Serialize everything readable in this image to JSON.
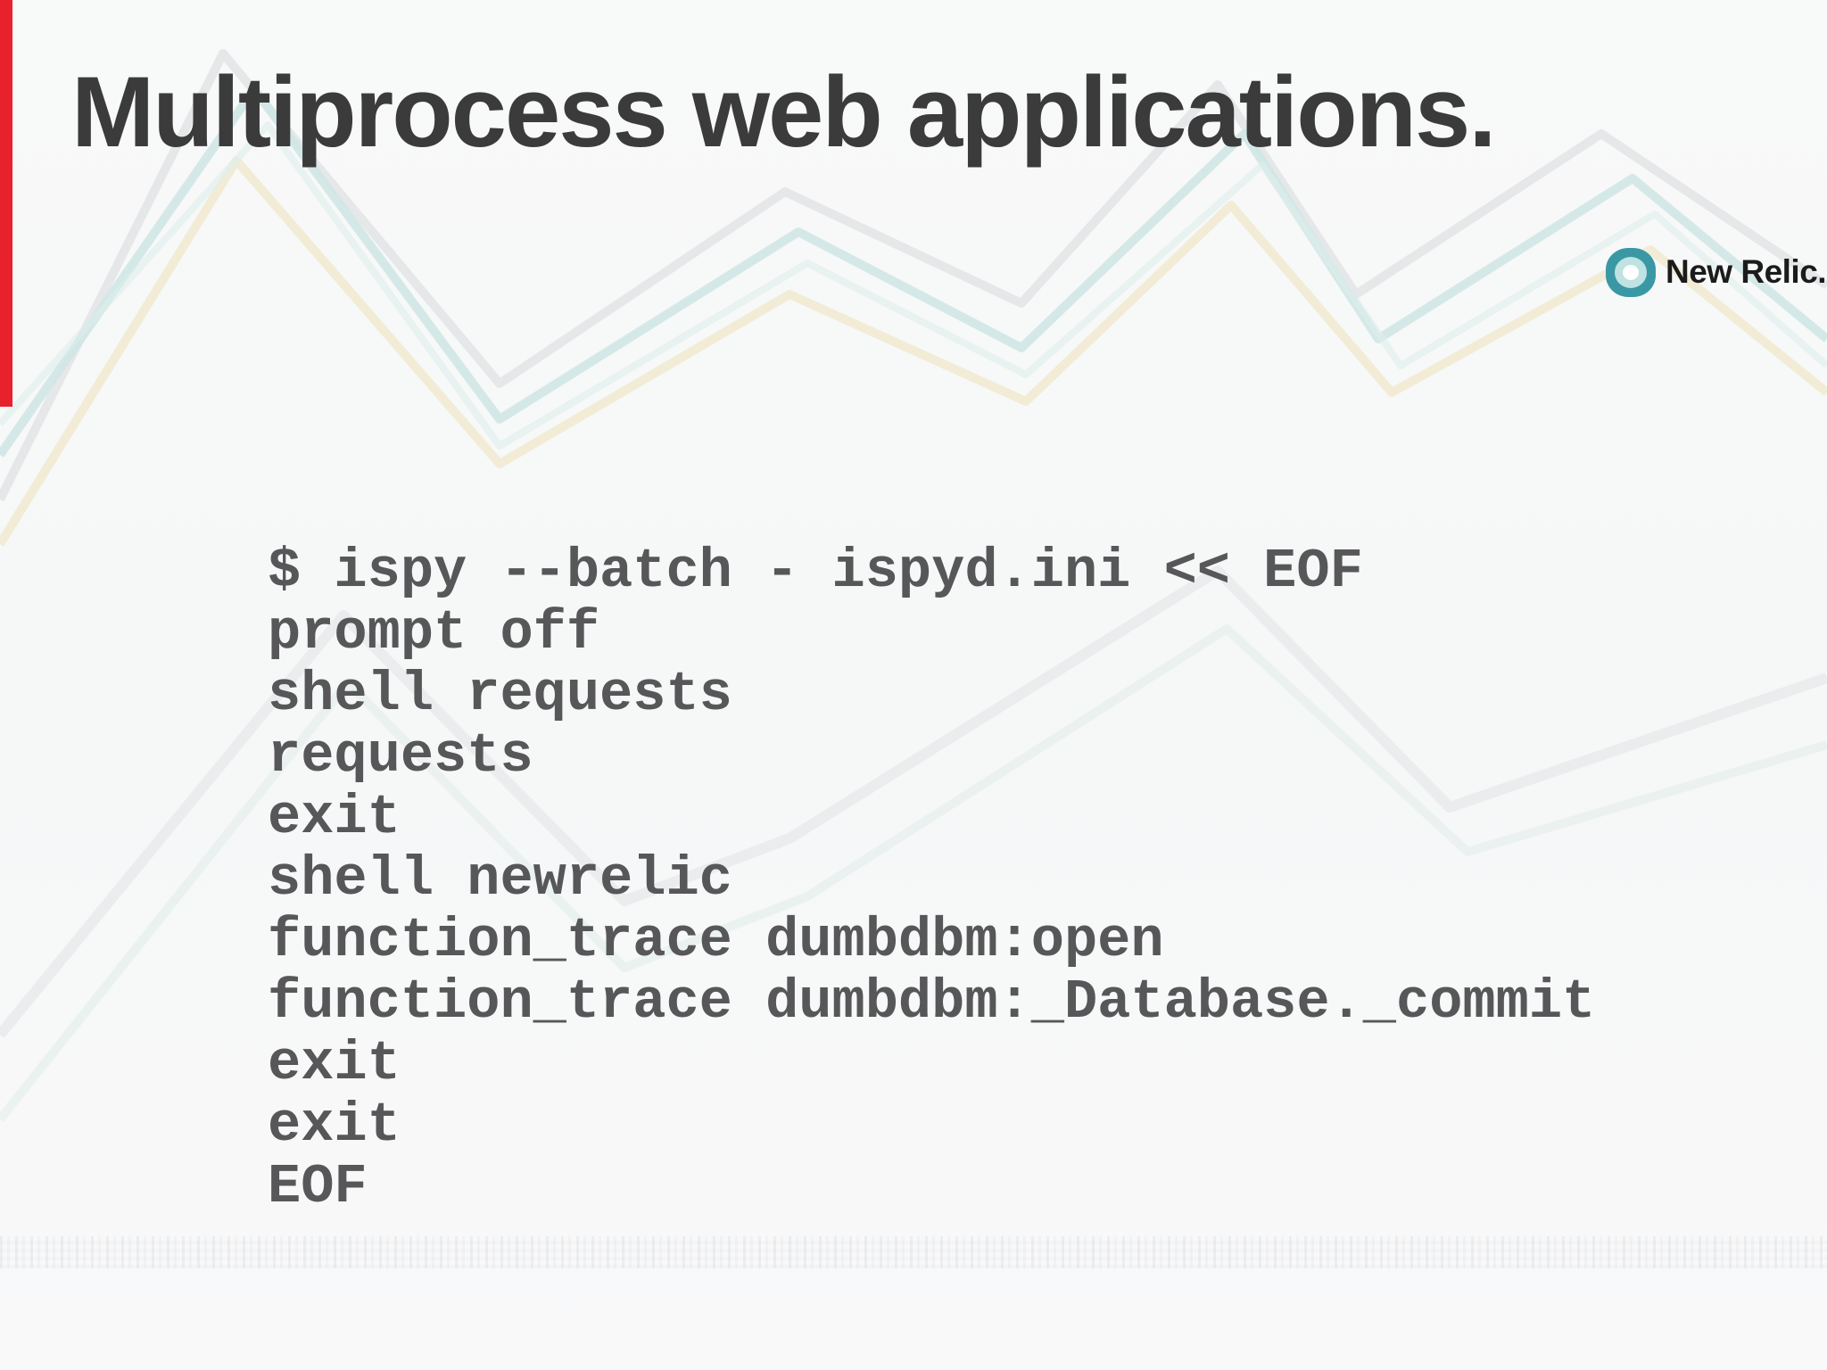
{
  "slide": {
    "title": "Multiprocess web applications.",
    "code_lines": [
      "$ ispy --batch - ispyd.ini << EOF",
      "prompt off",
      "shell requests",
      "requests",
      "exit",
      "shell newrelic",
      "function_trace dumbdbm:open",
      "function_trace dumbdbm:_Database._commit",
      "exit",
      "exit",
      "EOF"
    ]
  },
  "logo": {
    "text": "New Relic.",
    "icon": "new-relic-ring-icon"
  },
  "colors": {
    "title_color": "#3b3b3b",
    "code_color": "#57575a",
    "red_strip": "#e8222d",
    "logo_teal": "#3a98a5",
    "logo_teal_light": "#bfe2e2",
    "logo_text": "#1b1b1b",
    "slide_bg": "#f7f8f8"
  }
}
